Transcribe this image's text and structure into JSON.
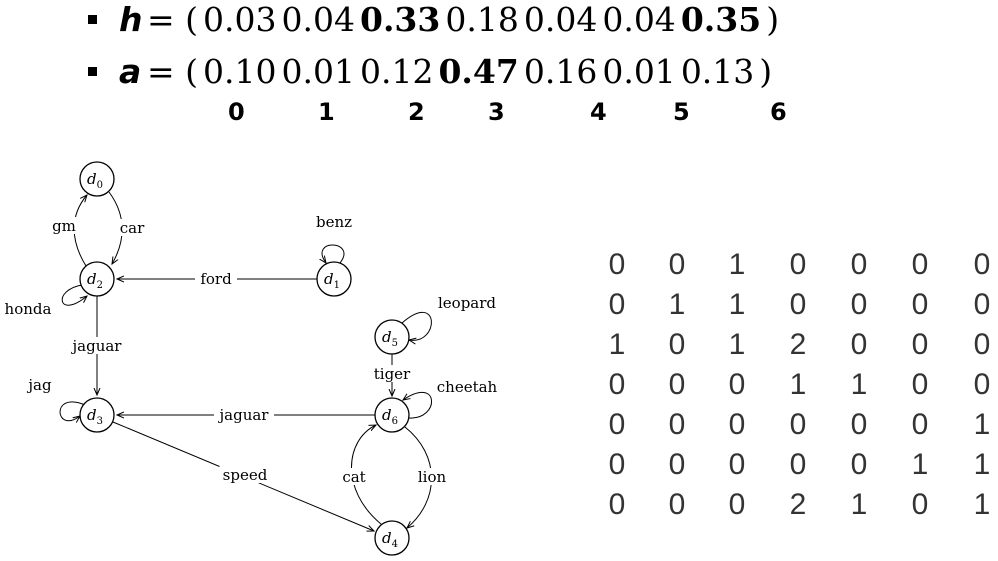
{
  "vectors": [
    {
      "name": "h",
      "eq": "= (",
      "values": [
        "0.03",
        "0.04",
        "0.33",
        "0.18",
        "0.04",
        "0.04",
        "0.35"
      ],
      "bold": [
        false,
        false,
        true,
        false,
        false,
        false,
        true
      ],
      "close": ")"
    },
    {
      "name": "a",
      "eq": "= (",
      "values": [
        "0.10",
        "0.01",
        "0.12",
        "0.47",
        "0.16",
        "0.01",
        "0.13"
      ],
      "bold": [
        false,
        false,
        false,
        true,
        false,
        false,
        false
      ],
      "close": ")"
    }
  ],
  "indices": [
    "0",
    "1",
    "2",
    "3",
    "4",
    "5",
    "6"
  ],
  "graph": {
    "nodes": [
      {
        "id": "d0",
        "label": "d",
        "sub": "0"
      },
      {
        "id": "d1",
        "label": "d",
        "sub": "1"
      },
      {
        "id": "d2",
        "label": "d",
        "sub": "2"
      },
      {
        "id": "d3",
        "label": "d",
        "sub": "3"
      },
      {
        "id": "d4",
        "label": "d",
        "sub": "4"
      },
      {
        "id": "d5",
        "label": "d",
        "sub": "5"
      },
      {
        "id": "d6",
        "label": "d",
        "sub": "6"
      }
    ],
    "edges": [
      {
        "from": "d2",
        "to": "d0",
        "label": "gm"
      },
      {
        "from": "d0",
        "to": "d2",
        "label": "car"
      },
      {
        "from": "d2",
        "to": "d2",
        "label": "honda"
      },
      {
        "from": "d1",
        "to": "d1",
        "label": "benz"
      },
      {
        "from": "d1",
        "to": "d2",
        "label": "ford"
      },
      {
        "from": "d2",
        "to": "d3",
        "label": "jaguar"
      },
      {
        "from": "d3",
        "to": "d3",
        "label": "jag"
      },
      {
        "from": "d6",
        "to": "d3",
        "label": "jaguar"
      },
      {
        "from": "d5",
        "to": "d5",
        "label": "leopard"
      },
      {
        "from": "d5",
        "to": "d6",
        "label": "tiger"
      },
      {
        "from": "d6",
        "to": "d6",
        "label": "cheetah"
      },
      {
        "from": "d3",
        "to": "d4",
        "label": "speed"
      },
      {
        "from": "d4",
        "to": "d6",
        "label": "cat"
      },
      {
        "from": "d6",
        "to": "d4",
        "label": "lion"
      }
    ]
  },
  "matrix": [
    [
      0,
      0,
      1,
      0,
      0,
      0,
      0
    ],
    [
      0,
      1,
      1,
      0,
      0,
      0,
      0
    ],
    [
      1,
      0,
      1,
      2,
      0,
      0,
      0
    ],
    [
      0,
      0,
      0,
      1,
      1,
      0,
      0
    ],
    [
      0,
      0,
      0,
      0,
      0,
      0,
      1
    ],
    [
      0,
      0,
      0,
      0,
      0,
      1,
      1
    ],
    [
      0,
      0,
      0,
      2,
      1,
      0,
      1
    ]
  ]
}
